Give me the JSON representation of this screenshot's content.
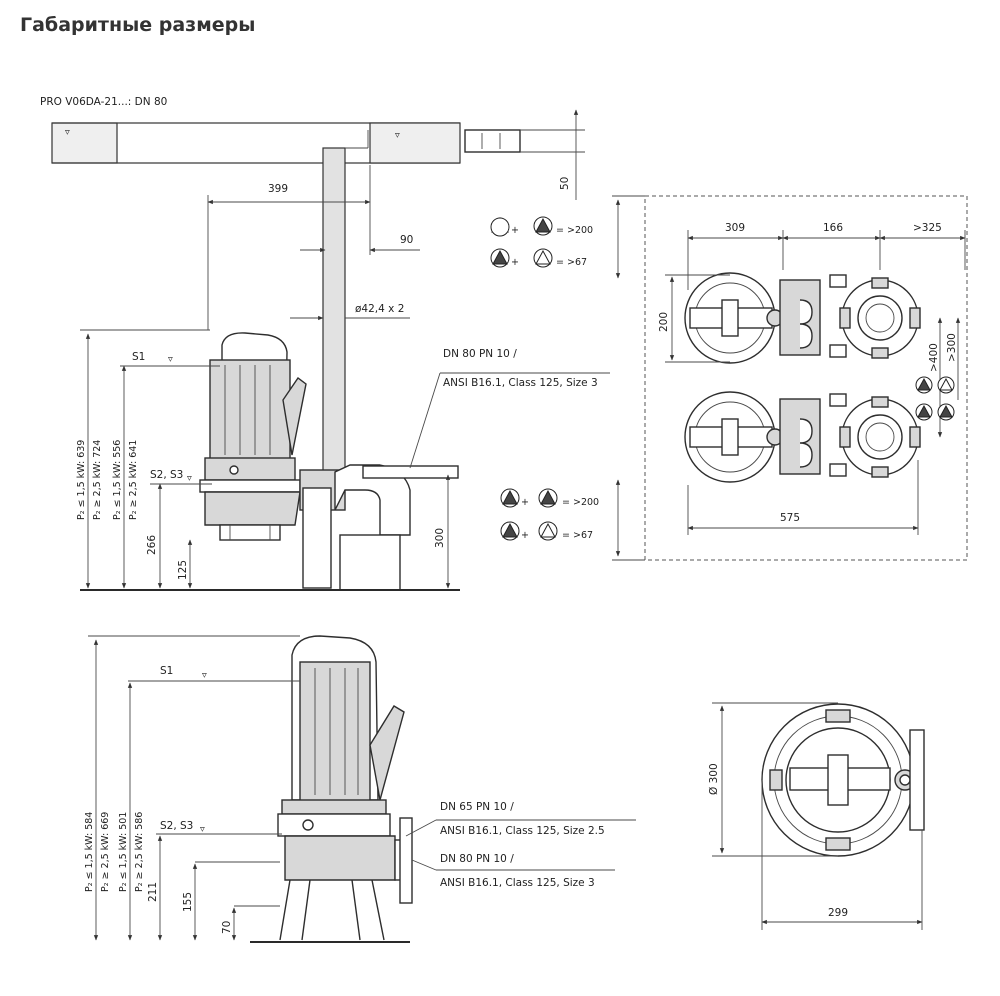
{
  "title": "Габаритные размеры",
  "top_view": {
    "model_label": "PRO V06DA-21...: DN 80",
    "dim_399": "399",
    "dim_90": "90",
    "pipe_dim": "ø42,4 x 2",
    "label_s1": "S1",
    "label_s2s3": "S2, S3",
    "flange_label_1": "DN 80 PN 10 /",
    "flange_label_2": "ANSI B16.1, Class 125, Size 3",
    "dim_50": "50",
    "dim_266": "266",
    "dim_125": "125",
    "dim_300": "300",
    "vert_labels": [
      "P₂ ≤ 1,5 kW: 639",
      "P₂ ≥ 2,5 kW: 724",
      "P₂ ≤ 1,5 kW: 556",
      "P₂ ≥ 2,5 kW: 641"
    ]
  },
  "plan_view": {
    "dim_309": "309",
    "dim_166": "166",
    "dim_325": ">325",
    "dim_200": "200",
    "dim_400": ">400",
    "dim_300": ">300",
    "dim_575": "575",
    "clear_a": "+",
    "clear_200": "= >200",
    "clear_67": "= >67"
  },
  "bottom_view": {
    "label_s1": "S1",
    "label_s2s3": "S2, S3",
    "vert_labels": [
      "P₂ ≤ 1,5 kW: 584",
      "P₂ ≥ 2,5 kW: 669",
      "P₂ ≤ 1,5 kW: 501",
      "P₂ ≥ 2,5 kW: 586"
    ],
    "flange_a_1": "DN 65 PN 10 /",
    "flange_a_2": "ANSI B16.1, Class 125, Size 2.5",
    "flange_b_1": "DN 80 PN 10 /",
    "flange_b_2": "ANSI B16.1, Class 125, Size 3",
    "dim_211": "211",
    "dim_155": "155",
    "dim_70": "70"
  },
  "round_view": {
    "dim_dia": "Ø 300",
    "dim_299": "299"
  }
}
